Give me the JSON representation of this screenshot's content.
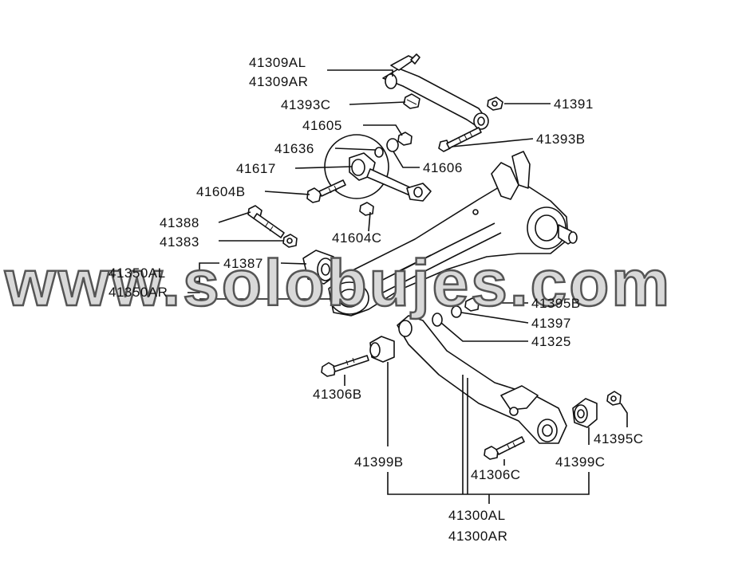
{
  "diagram": {
    "labels": {
      "l41309AL": "41309AL",
      "l41309AR": "41309AR",
      "l41393C": "41393C",
      "l41391": "41391",
      "l41605": "41605",
      "l41393B": "41393B",
      "l41636": "41636",
      "l41606": "41606",
      "l41617": "41617",
      "l41604B": "41604B",
      "l41388": "41388",
      "l41604C": "41604C",
      "l41383": "41383",
      "l41350AL": "41350AL",
      "l41350AR": "41350AR",
      "l41387": "41387",
      "l41395B": "41395B",
      "l41397": "41397",
      "l41325": "41325",
      "l41306B": "41306B",
      "l41395C": "41395C",
      "l41399B": "41399B",
      "l41399C": "41399C",
      "l41306C": "41306C",
      "l41300AL": "41300AL",
      "l41300AR": "41300AR"
    },
    "watermark": "www.solobujes.com"
  }
}
